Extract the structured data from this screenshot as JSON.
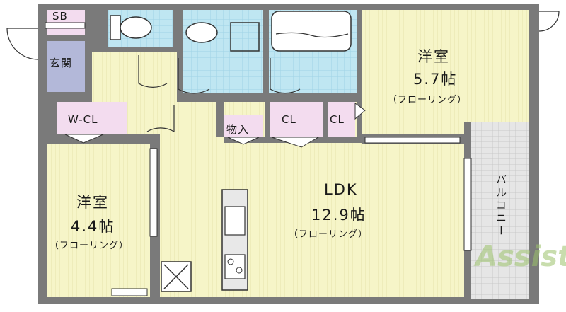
{
  "rooms": {
    "western_room_a": {
      "name": "洋室",
      "size": "5.7帖",
      "floor": "（フローリング）"
    },
    "western_room_b": {
      "name": "洋室",
      "size": "4.4帖",
      "floor": "（フローリング）"
    },
    "ldk": {
      "name": "LDK",
      "size": "12.9帖",
      "floor": "（フローリング）"
    },
    "entrance": "玄関",
    "shoe_box": "SB",
    "walk_in_closet": "W-CL",
    "storage": "物入",
    "closet_1": "CL",
    "closet_2": "CL",
    "balcony": "バルコニー"
  },
  "watermark": "Assist",
  "colors": {
    "wall": "#7a7a7a",
    "room_floor": "#f6f5c8",
    "wet_area": "#bfe6f2",
    "storage": "#f3dcef",
    "entrance": "#b3b8d9",
    "balcony": "#dcdcdc",
    "watermark": "#9cc26b"
  }
}
